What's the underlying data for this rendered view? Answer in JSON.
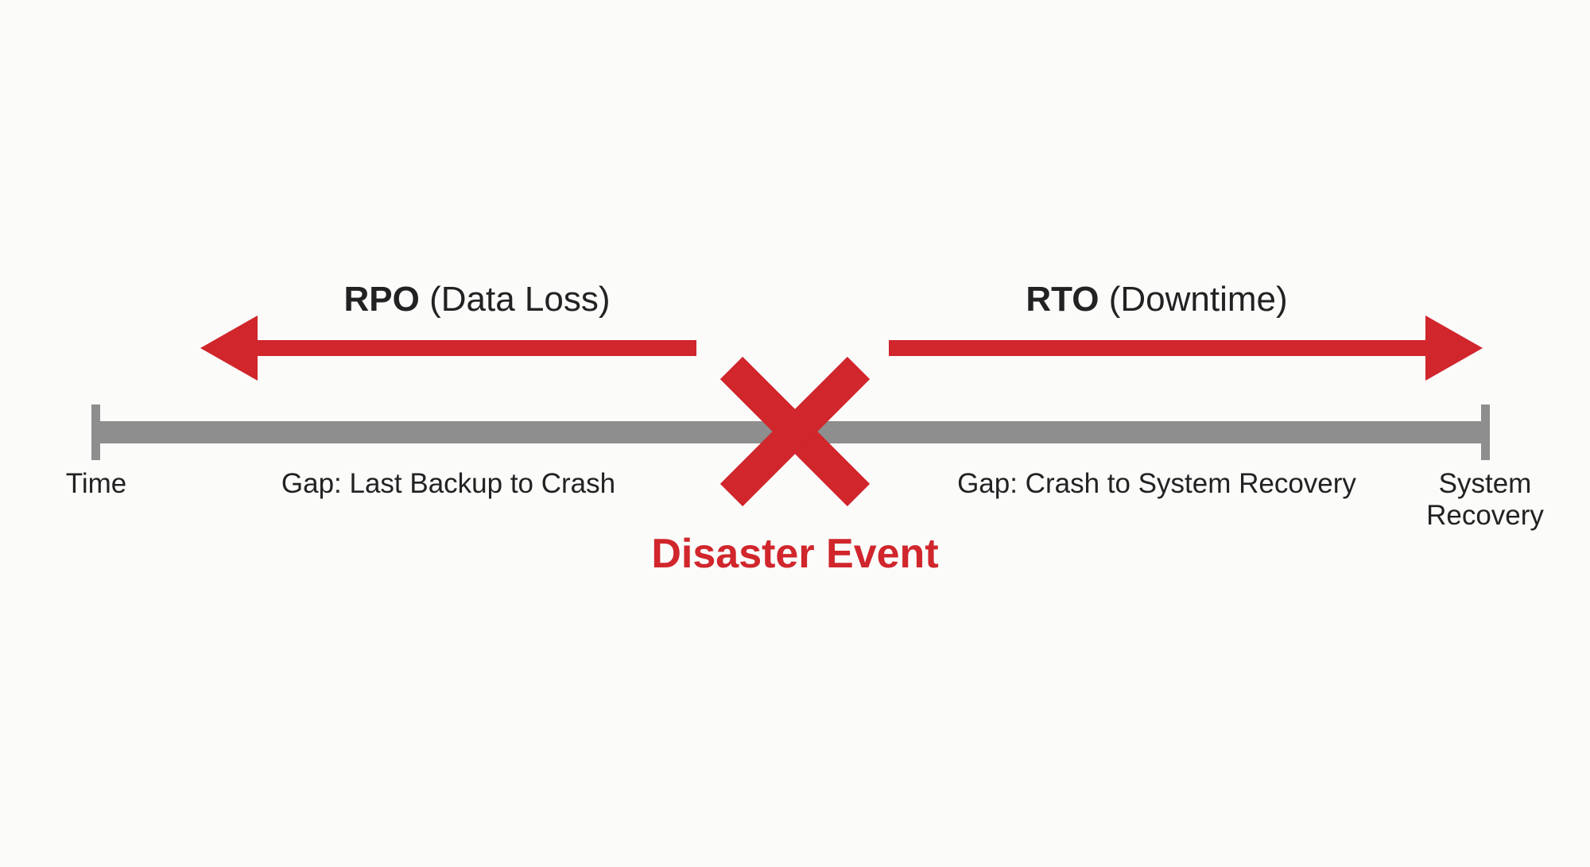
{
  "diagram": {
    "title": "RPO vs RTO timeline",
    "rpo": {
      "abbr": "RPO",
      "desc": "(Data Loss)",
      "direction": "backward"
    },
    "rto": {
      "abbr": "RTO",
      "desc": "(Downtime)",
      "direction": "forward"
    },
    "timeline": {
      "start_label": "Time",
      "end_label_line1": "System",
      "end_label_line2": "Recovery"
    },
    "gaps": {
      "left": "Gap: Last Backup to Crash",
      "right": "Gap: Crash to System Recovery"
    },
    "event": {
      "label": "Disaster Event",
      "icon": "x-mark-icon"
    },
    "colors": {
      "accent": "#d0262c",
      "timeline": "#8e8e8e",
      "text": "#222222",
      "background": "#fbfbfa"
    }
  }
}
